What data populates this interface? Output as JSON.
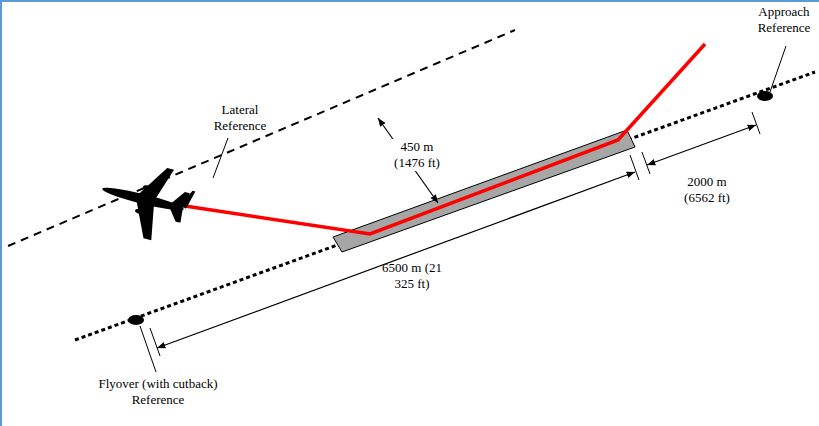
{
  "diagram": {
    "labels": [
      "Approach Reference",
      "Lateral Reference",
      "450 m (1476 ft)",
      "2000 m (6562 ft)",
      "6500 m (21 325 ft)",
      "Flyover (with cutback) Reference"
    ]
  }
}
